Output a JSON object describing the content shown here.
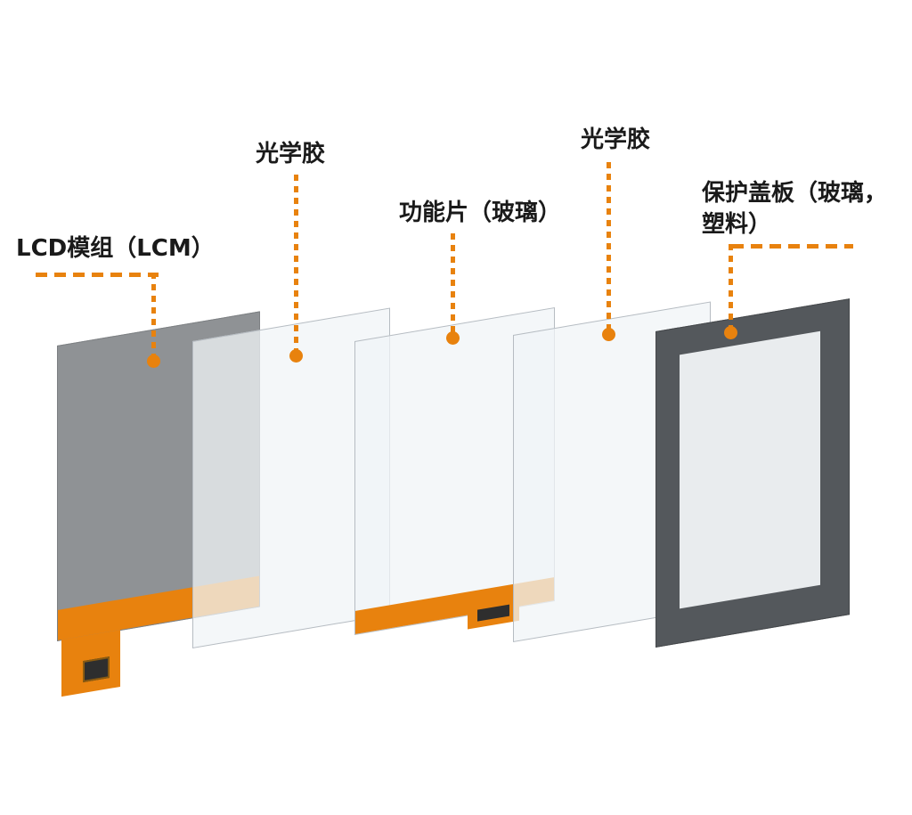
{
  "diagram": {
    "background": "#ffffff",
    "accent_color": "#e8820e",
    "layers": [
      {
        "id": "lcd-module",
        "label": "LCD模组（LCM）",
        "color": "#8f9295"
      },
      {
        "id": "oca-left",
        "label": "光学胶",
        "color": "#eef2f5"
      },
      {
        "id": "sensor-glass",
        "label": "功能片（玻璃）",
        "color": "#eef2f5"
      },
      {
        "id": "oca-right",
        "label": "光学胶",
        "color": "#eef2f5"
      },
      {
        "id": "cover-plate",
        "label": "保护盖板（玻璃，塑料）",
        "color": "#54585c"
      }
    ],
    "details": {
      "lcd_flex_color": "#e8820e",
      "connector_chip_color": "#2e2e2e",
      "cover_window_color": "#e9ecee"
    }
  }
}
